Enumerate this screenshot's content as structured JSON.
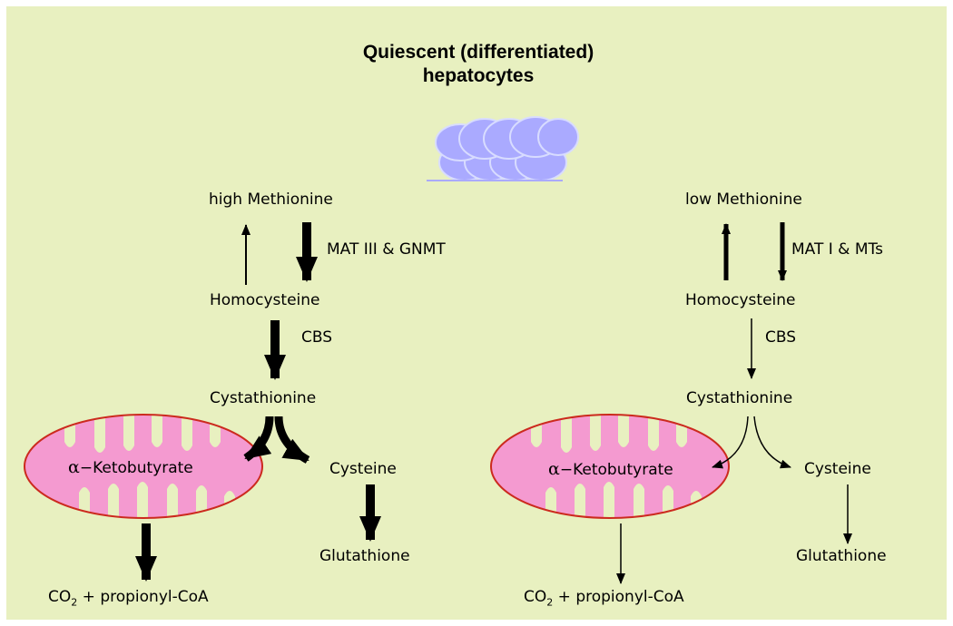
{
  "title": {
    "line1": "Quiescent (differentiated)",
    "line2": "hepatocytes"
  },
  "colors": {
    "background": "#e8f0c0",
    "cell_fill": "#aaaaff",
    "cell_stroke": "#d8dcff",
    "mito_fill": "#f49ad0",
    "mito_stroke": "#cc2a1e",
    "arrow": "#000000"
  },
  "left": {
    "methionine": "high Methionine",
    "enzyme_forward": "MAT III & GNMT",
    "homocysteine": "Homocysteine",
    "cbs": "CBS",
    "cystathionine": "Cystathionine",
    "ketobutyrate_greek": "α",
    "ketobutyrate": "−Ketobutyrate",
    "cysteine": "Cysteine",
    "glutathione": "Glutathione",
    "co2": "CO",
    "co2_sub": "2",
    "co2_rest": " + propionyl-CoA"
  },
  "right": {
    "methionine": "low Methionine",
    "enzyme_forward": "MAT I & MTs",
    "homocysteine": "Homocysteine",
    "cbs": "CBS",
    "cystathionine": "Cystathionine",
    "ketobutyrate_greek": "α",
    "ketobutyrate": "−Ketobutyrate",
    "cysteine": "Cysteine",
    "glutathione": "Glutathione",
    "co2": "CO",
    "co2_sub": "2",
    "co2_rest": " + propionyl-CoA"
  }
}
